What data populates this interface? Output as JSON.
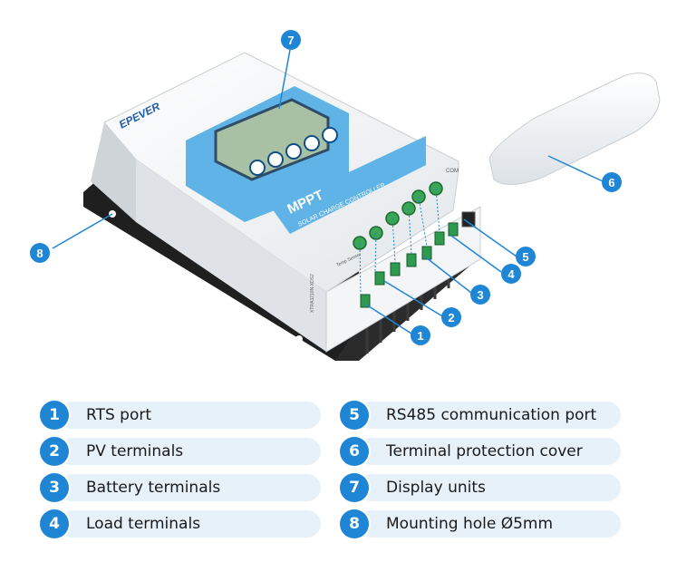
{
  "device": {
    "brand": "EPEVER",
    "badge": "MPPT",
    "subtitle": "SOLAR CHARGE CONTROLLER",
    "model": "XTRA3210N-XDS2",
    "com_label": "COM",
    "temp_label": "Temp Sensor"
  },
  "callouts": [
    "1",
    "2",
    "3",
    "4",
    "5",
    "6",
    "7",
    "8"
  ],
  "legend": [
    {
      "num": "1",
      "label": "RTS port"
    },
    {
      "num": "2",
      "label": "PV terminals"
    },
    {
      "num": "3",
      "label": "Battery terminals"
    },
    {
      "num": "4",
      "label": "Load terminals"
    },
    {
      "num": "5",
      "label": "RS485 communication port"
    },
    {
      "num": "6",
      "label": "Terminal protection cover"
    },
    {
      "num": "7",
      "label": "Display units"
    },
    {
      "num": "8",
      "label": "Mounting hole Ø5mm"
    }
  ],
  "colors": {
    "accent": "#1f86d6",
    "screen_bezel": "#5fb3e6",
    "lcd": "#a8c0a4",
    "terminal": "#3aa555",
    "bracket": "#1f1f1f",
    "legend_bar": "#e6f1fa"
  }
}
